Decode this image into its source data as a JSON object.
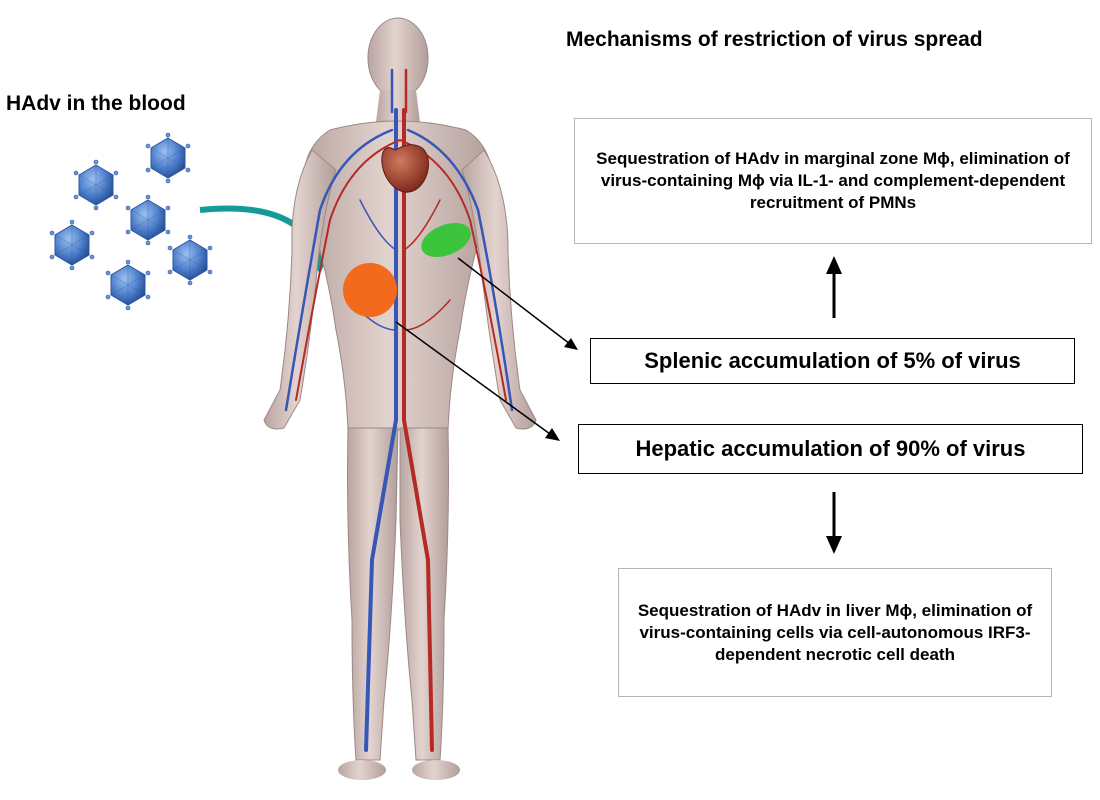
{
  "header": {
    "title": "Mechanisms of restriction of virus spread"
  },
  "left": {
    "blood_label": "HAdv in the blood"
  },
  "boxes": {
    "spleen_mechanism": "Sequestration of HAdv in marginal zone Mϕ, elimination of virus-containing Mϕ via IL-1- and complement-dependent recruitment of PMNs",
    "splenic_accumulation": "Splenic accumulation of 5% of virus",
    "hepatic_accumulation": "Hepatic accumulation of 90% of virus",
    "liver_mechanism": "Sequestration of HAdv in liver Mϕ, elimination of virus-containing cells via cell-autonomous IRF3-dependent necrotic cell death"
  },
  "colors": {
    "spleen": "#3cc43c",
    "liver": "#f26a1b",
    "virus": "#4a7cc8",
    "teal_arrow": "#159a98",
    "skin": "#d8c6c2",
    "vein": "#3656b8",
    "artery": "#b52a24"
  },
  "icons": [
    "virus-particle-icon",
    "human-body-illustration",
    "heart-icon"
  ]
}
